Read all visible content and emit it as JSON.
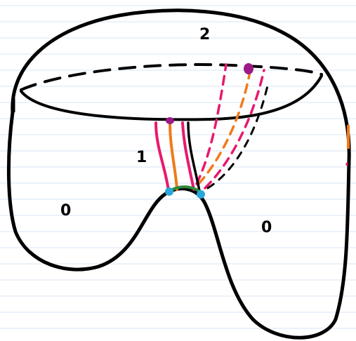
{
  "labels": {
    "top": "2",
    "middle": "1",
    "left": "0",
    "right": "0"
  },
  "colors": {
    "paper": "#ffffff",
    "rule_line": "#d7e4f3",
    "outline": "#000000",
    "magenta": "#e8196e",
    "orange": "#f07a1a",
    "purple": "#9c1a87",
    "cyan": "#2aa7d9",
    "green": "#2f8a3c"
  }
}
